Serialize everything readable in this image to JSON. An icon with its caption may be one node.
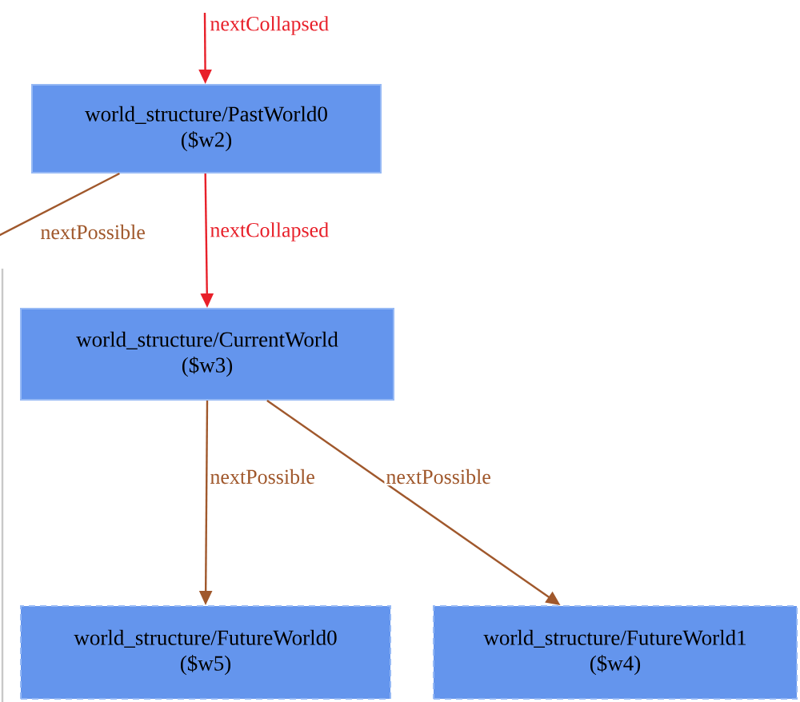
{
  "diagram": {
    "nodes": [
      {
        "text": [
          "world_structure/PastWorld0",
          "($w2)"
        ]
      },
      {
        "text": [
          "world_structure/CurrentWorld",
          "($w3)"
        ]
      },
      {
        "text": [
          "world_structure/FutureWorld0",
          "($w5)"
        ]
      },
      {
        "text": [
          "world_structure/FutureWorld1",
          "($w4)"
        ]
      }
    ],
    "edges": [
      {
        "from": null,
        "to": 0,
        "arrow": "to",
        "label": "nextCollapsed",
        "color": "#e8202a"
      },
      {
        "from": 0,
        "to": 1,
        "arrow": "to",
        "label": "nextCollapsed",
        "color": "#e8202a"
      },
      {
        "from": 0,
        "to": null,
        "arrow": "none",
        "label": "nextPossible"
      },
      {
        "from": 1,
        "to": 2,
        "arrow": "to",
        "label": "nextPossible"
      },
      {
        "from": 1,
        "to": 3,
        "arrow": "to",
        "label": "nextPossible"
      }
    ]
  }
}
